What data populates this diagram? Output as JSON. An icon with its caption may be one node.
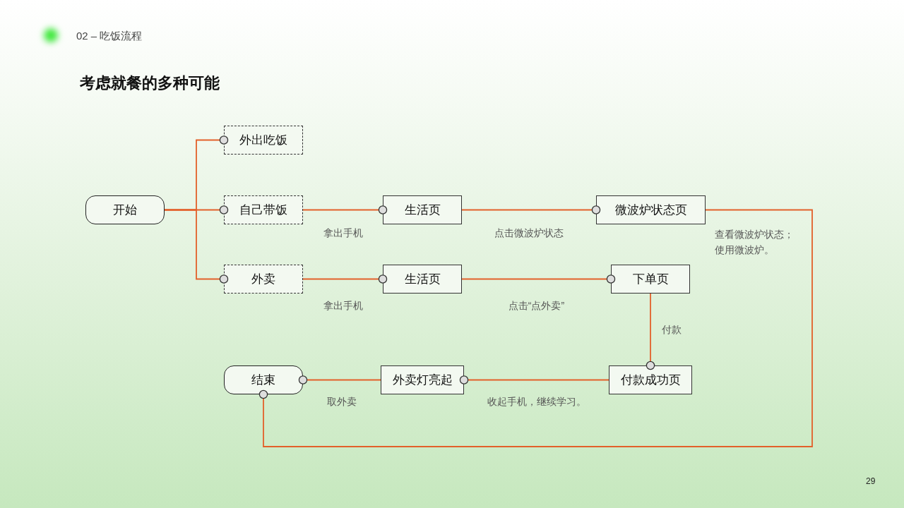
{
  "diagram": {
    "title": "考虑就餐的多种可能",
    "nodes": [
      {
        "text": [
          "开始"
        ]
      },
      {
        "text": [
          "外出吃饭"
        ]
      },
      {
        "text": [
          "自己带饭"
        ]
      },
      {
        "text": [
          "外卖"
        ]
      },
      {
        "text": [
          "生活页"
        ]
      },
      {
        "text": [
          "微波炉状态页"
        ]
      },
      {
        "text": [
          "生活页"
        ]
      },
      {
        "text": [
          "下单页"
        ]
      },
      {
        "text": [
          "付款成功页"
        ]
      },
      {
        "text": [
          "外卖灯亮起"
        ]
      },
      {
        "text": [
          "结束"
        ]
      }
    ],
    "edges": [
      {
        "from": 0,
        "to": 1,
        "arrow": "other"
      },
      {
        "from": 0,
        "to": 2,
        "arrow": "other"
      },
      {
        "from": 0,
        "to": 3,
        "arrow": "other"
      },
      {
        "from": 2,
        "to": 4,
        "arrow": "other",
        "label": "拿出手机"
      },
      {
        "from": 4,
        "to": 5,
        "arrow": "other",
        "label": "点击微波炉状态"
      },
      {
        "from": 5,
        "to": 10,
        "arrow": "other",
        "label": "查看微波炉状态；使用微波炉。"
      },
      {
        "from": 3,
        "to": 6,
        "arrow": "other",
        "label": "拿出手机"
      },
      {
        "from": 6,
        "to": 7,
        "arrow": "other",
        "label": "点击“点外卖”"
      },
      {
        "from": 7,
        "to": 8,
        "arrow": "other",
        "label": "付款"
      },
      {
        "from": 8,
        "to": 9,
        "arrow": "other",
        "label": "收起手机，继续学习。"
      },
      {
        "from": 9,
        "to": 10,
        "arrow": "other",
        "label": "取外卖"
      }
    ],
    "labels": [
      "02 – 吃饭流程",
      "29"
    ]
  }
}
